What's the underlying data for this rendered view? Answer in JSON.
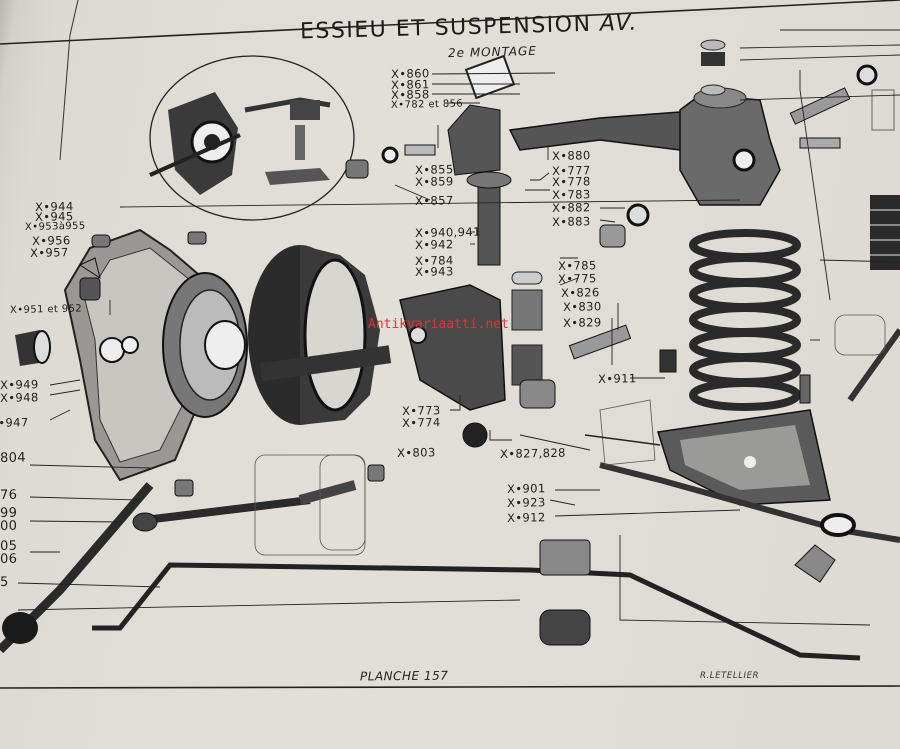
{
  "header": {
    "title_main": "ESSIEU ET SUSPENSION",
    "title_suffix": "AV.",
    "subtitle": "2e MONTAGE"
  },
  "footer": {
    "plate_label": "PLANCHE 157",
    "author": "R.LETELLIER"
  },
  "watermark": "Antikvariaatti.net",
  "labels": {
    "x860": "X•860",
    "x861": "X•861",
    "x858": "X•858",
    "x782": "X•782 et 856",
    "x855": "X•855",
    "x859": "X•859",
    "x857": "X•857",
    "x880": "X•880",
    "x777": "X•777",
    "x778": "X•778",
    "x783": "X•783",
    "x882": "X•882",
    "x883": "X•883",
    "x940": "X•940,941",
    "x942": "X•942",
    "x784": "X•784",
    "x943": "X•943",
    "x785": "X•785",
    "x775": "X•775",
    "x826": "X•826",
    "x830": "X•830",
    "x829": "X•829",
    "x944": "X•944",
    "x945": "X•945",
    "x953": "X•953à955",
    "x956": "X•956",
    "x957": "X•957",
    "x951": "X•951 et 952",
    "x949": "X•949",
    "x948": "X•948",
    "x947": "X•947",
    "x804": "804",
    "x911": "X•911",
    "x773": "X•773",
    "x774": "X•774",
    "x803": "X•803",
    "x827": "X•827,828",
    "x901": "X•901",
    "x923": "X•923",
    "x912": "X•912",
    "x876": "76",
    "x899": "99",
    "x900": "00",
    "x905": "05",
    "x906": "06",
    "x9xx": "5"
  }
}
